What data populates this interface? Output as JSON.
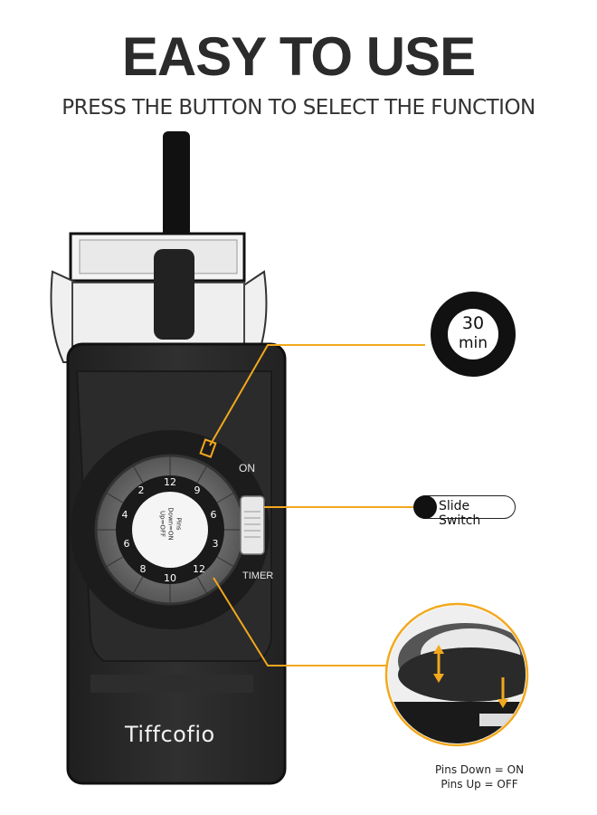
{
  "header": {
    "title": "EASY TO USE",
    "subtitle": "PRESS THE BUTTON TO SELECT THE FUNCTION"
  },
  "device": {
    "brand": "Tiffcofio",
    "switch_on_label": "ON",
    "switch_timer_label": "TIMER",
    "dial_text_1": "Pins",
    "dial_text_2": "Down=ON",
    "dial_text_3": "Up=OFF",
    "body_color": "#2a2a2a",
    "accent_color": "#f2a81d"
  },
  "callouts": {
    "thirty_min": {
      "number": "30",
      "unit": "min"
    },
    "slide_switch": {
      "label": "Slide Switch"
    },
    "pins": {
      "line1": "Pins Down = ON",
      "line2": "Pins Up = OFF"
    }
  }
}
